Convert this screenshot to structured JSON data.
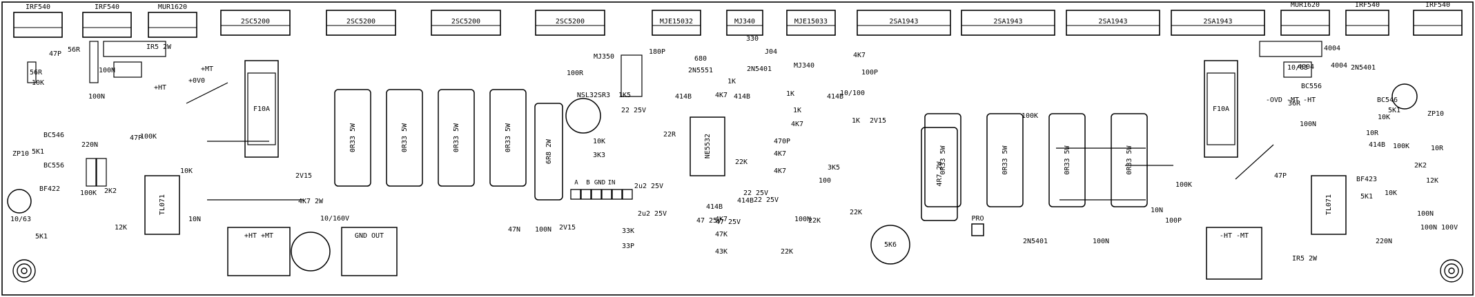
{
  "transistors_top": [
    {
      "name": "IRF540"
    },
    {
      "name": "IRF540"
    },
    {
      "name": "MUR1620"
    },
    {
      "name": "2SC5200"
    },
    {
      "name": "2SC5200"
    },
    {
      "name": "2SC5200"
    },
    {
      "name": "2SC5200"
    },
    {
      "name": "MJE15032"
    },
    {
      "name": "MJ340"
    },
    {
      "name": "MJE15033"
    },
    {
      "name": "2SA1943"
    },
    {
      "name": "2SA1943"
    },
    {
      "name": "2SA1943"
    },
    {
      "name": "2SA1943"
    },
    {
      "name": "MUR1620"
    },
    {
      "name": "IRF540"
    },
    {
      "name": "IRF540"
    }
  ],
  "power_resistors": [
    {
      "label": "0R33 5W"
    },
    {
      "label": "0R33 5W"
    },
    {
      "label": "0R33 5W"
    },
    {
      "label": "0R33 5W"
    },
    {
      "label": "6R8 2W"
    },
    {
      "label": "4R7 2W"
    },
    {
      "label": "0R33 5W"
    },
    {
      "label": "0R33 5W"
    },
    {
      "label": "0R33 5W"
    },
    {
      "label": "0R33 5W"
    },
    {
      "label": "4R7 2W"
    }
  ],
  "fuses": [
    {
      "label": "F10A"
    },
    {
      "label": "F10A"
    }
  ],
  "ics": [
    {
      "label": "TL071"
    },
    {
      "label": "NE5532"
    },
    {
      "label": "TL071"
    }
  ],
  "connectors": [
    {
      "label": "+HT    +MT"
    },
    {
      "label": "GND    OUT"
    },
    {
      "label": "-HT   -MT"
    },
    {
      "label": "PRO"
    }
  ],
  "connector_pins": {
    "a": "A",
    "b": "B",
    "gnd": "GND",
    "in": "IN"
  },
  "rail_labels": {
    "left_mt": "+MT",
    "left_ov": "+0V0",
    "left_ht": "+HT",
    "right": "-OVD   -MT   -HT"
  },
  "components": [
    "IR5  2W",
    "100N",
    "47P",
    "56R",
    "10K",
    "56R",
    "100N",
    "47P",
    "100K",
    "ZP10",
    "5K1",
    "BC546",
    "BC556",
    "BF422",
    "10/63",
    "5K1",
    "100K",
    "2K2",
    "12K",
    "10K",
    "10N",
    "220N",
    "2V15",
    "4K7  2W",
    "10/160V",
    "47N",
    "100N",
    "2V15",
    "100R",
    "1K5",
    "MJ350",
    "NSL32SR3",
    "22 25V",
    "10K",
    "3K3",
    "180P",
    "680",
    "2N5551",
    "1K",
    "414B",
    "414B",
    "4K7",
    "22R",
    "330",
    "J04",
    "2N5401",
    "MJ340",
    "100P",
    "4K7",
    "1K",
    "414B",
    "1K",
    "4K7",
    "22K",
    "470P",
    "4K7",
    "4K7",
    "414B",
    "414B",
    "4K7",
    "47K",
    "43K",
    "33K",
    "33P",
    "2u2 25V",
    "2u2 25V",
    "47 25V",
    "47 25V",
    "22 25V",
    "22 25V",
    "100N",
    "22K",
    "22K",
    "3K5",
    "100",
    "1K",
    "2V15",
    "10/100",
    "22K",
    "5K6",
    "100K",
    "100K",
    "10N",
    "2N5401",
    "100N",
    "100P",
    "10/63",
    "BC556",
    "BC546",
    "5K1",
    "ZP10",
    "10R",
    "10K",
    "10R",
    "414B",
    "100K",
    "2K2",
    "12K",
    "BF423",
    "5K1",
    "10K",
    "100N",
    "100N 100V",
    "220N",
    "IR5  2W",
    "100N",
    "36R",
    "47P",
    "4004",
    "4004",
    "4004",
    "2N5401"
  ]
}
